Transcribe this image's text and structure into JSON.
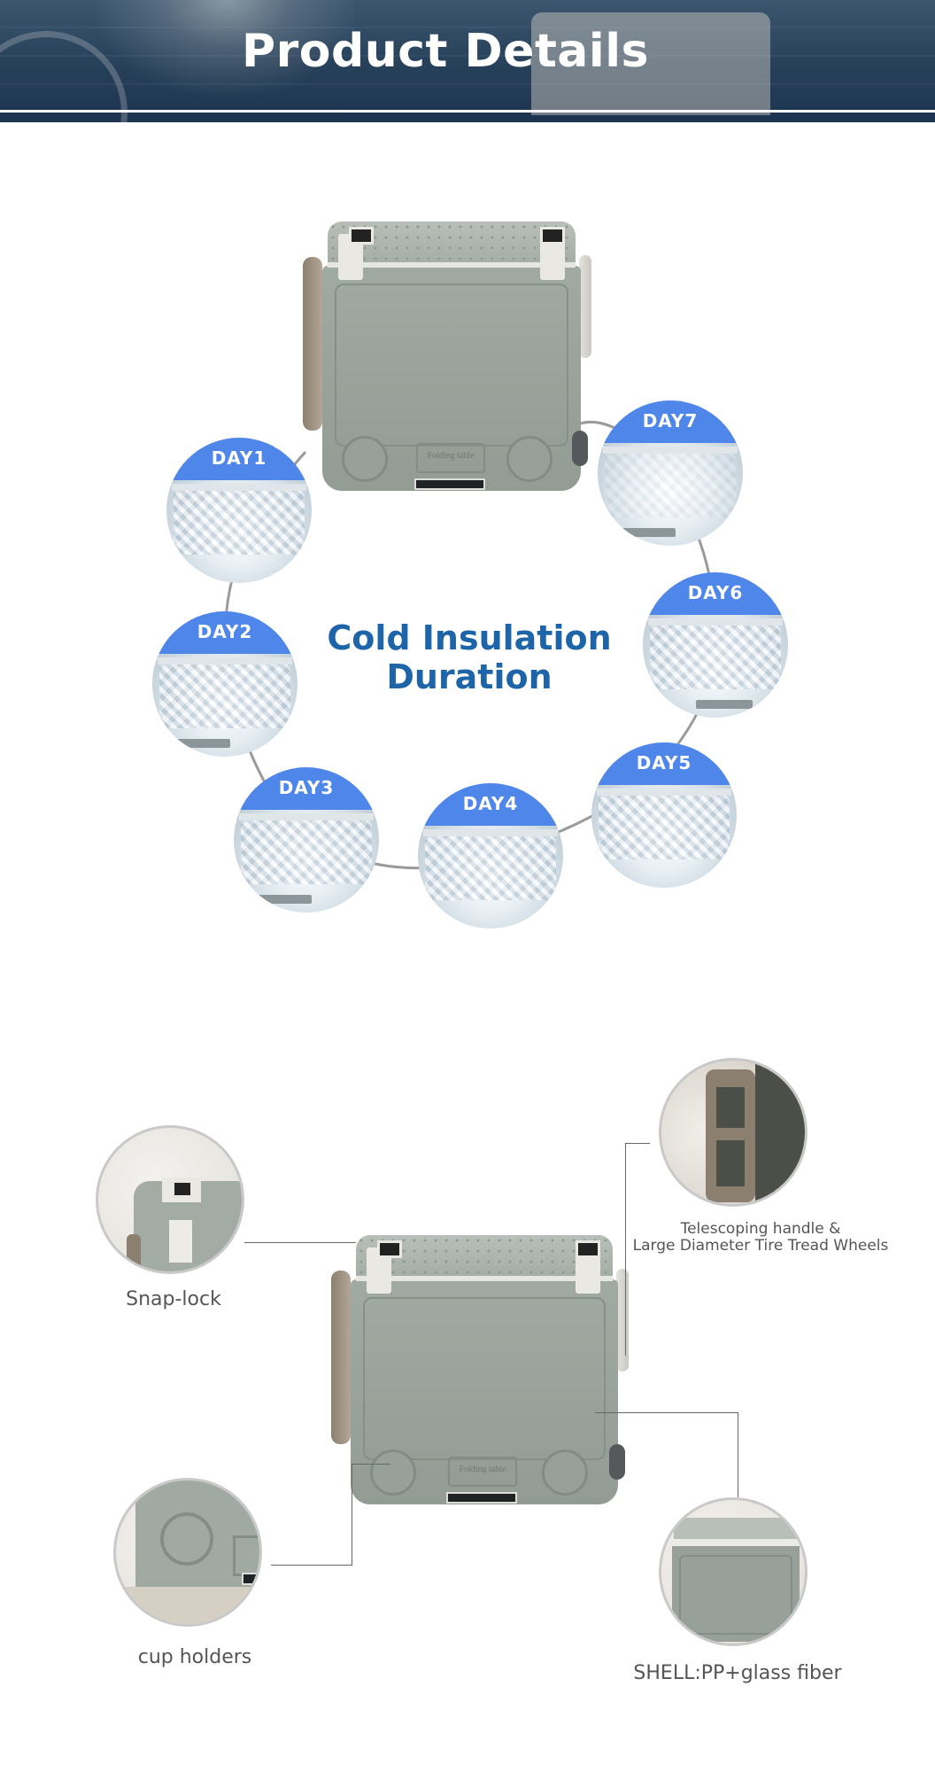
{
  "header": {
    "title": "Product Details"
  },
  "insulation": {
    "title_line1": "Cold Insulation",
    "title_line2": "Duration",
    "days": [
      "DAY1",
      "DAY2",
      "DAY3",
      "DAY4",
      "DAY5",
      "DAY6",
      "DAY7"
    ]
  },
  "cooler_text": {
    "plaque": "Folding table"
  },
  "features": {
    "snap_lock": "Snap-lock",
    "handle_line1": "Telescoping handle &",
    "handle_line2": "Large Diameter Tire Tread Wheels",
    "cup_holders": "cup holders",
    "shell": "SHELL:PP+glass fiber"
  },
  "colors": {
    "day_badge": "#4f86ea",
    "title_blue": "#1e64a8",
    "cooler_body": "#9aa39b",
    "banner": "#27405a"
  }
}
